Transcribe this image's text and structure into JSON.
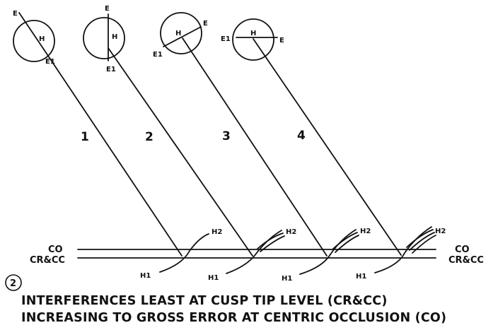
{
  "figure": {
    "figure_number": "2",
    "line_numbers": [
      "1",
      "2",
      "3",
      "4"
    ],
    "circle_labels": {
      "center": "H",
      "end_a": "E",
      "end_b": "E1"
    },
    "contact_labels": {
      "lower": "H1",
      "upper": "H2"
    },
    "plane_labels": {
      "left_top": "CO",
      "left_bottom": "CR&CC",
      "right_top": "CO",
      "right_bottom": "CR&CC"
    },
    "caption_line1": "INTERFERENCES LEAST AT CUSP TIP LEVEL (CR&CC)",
    "caption_line2": "INCREASING TO GROSS ERROR AT CENTRIC OCCLUSION (CO)"
  }
}
